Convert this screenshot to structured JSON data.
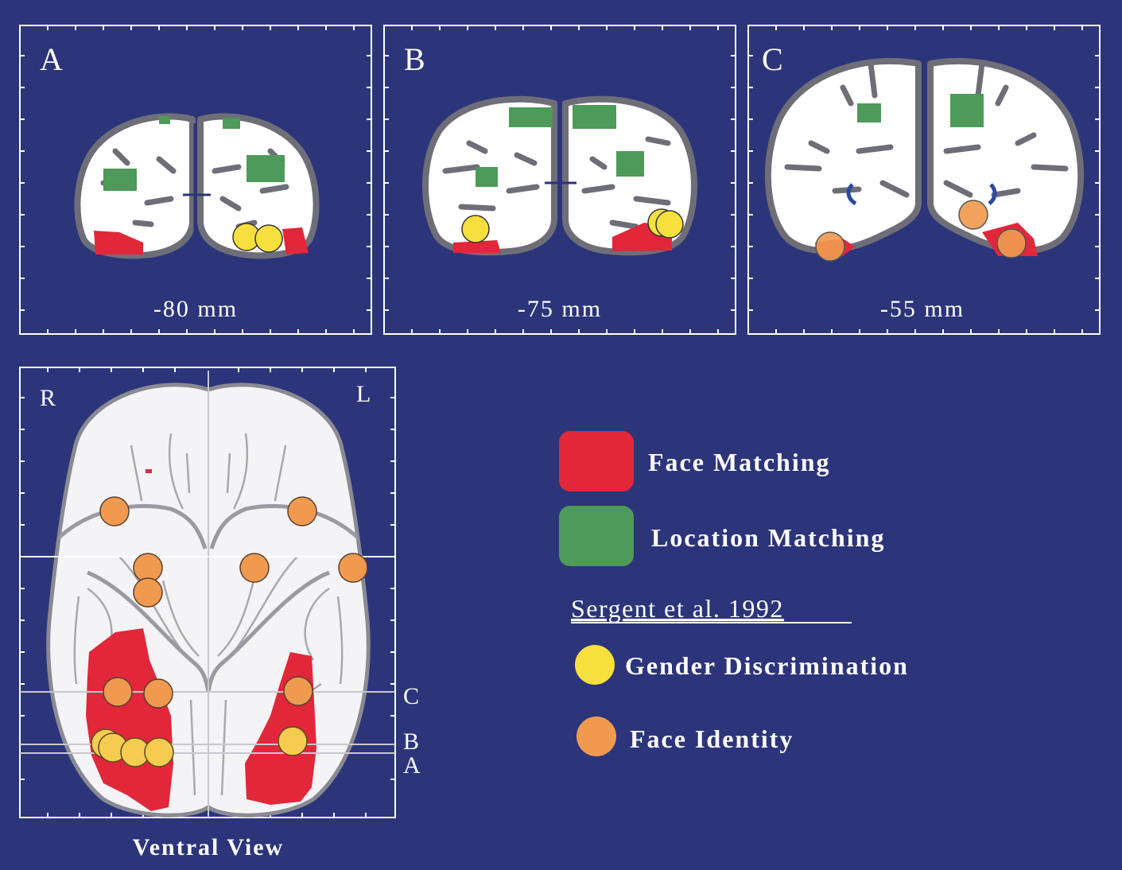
{
  "colors": {
    "background": "#2c357a",
    "brain_white": "#ffffff",
    "gray_matter": "#6e6e78",
    "face_matching": "#e2273a",
    "location_matching": "#4e9a5a",
    "gender_discrimination": "#f7e03c",
    "face_identity": "#f09a50",
    "frame": "#ffffff"
  },
  "panels": {
    "a": {
      "letter": "A",
      "caption": "-80 mm"
    },
    "b": {
      "letter": "B",
      "caption": "-75 mm"
    },
    "c": {
      "letter": "C",
      "caption": "-55 mm"
    }
  },
  "ventral": {
    "right_label": "R",
    "left_label": "L",
    "caption": "Ventral View",
    "slice_labels": [
      "C",
      "B",
      "A"
    ]
  },
  "legend": {
    "face_matching": "Face Matching",
    "location_matching": "Location Matching",
    "reference": "Sergent et al. 1992",
    "gender_discrimination": "Gender Discrimination",
    "face_identity": "Face Identity"
  }
}
